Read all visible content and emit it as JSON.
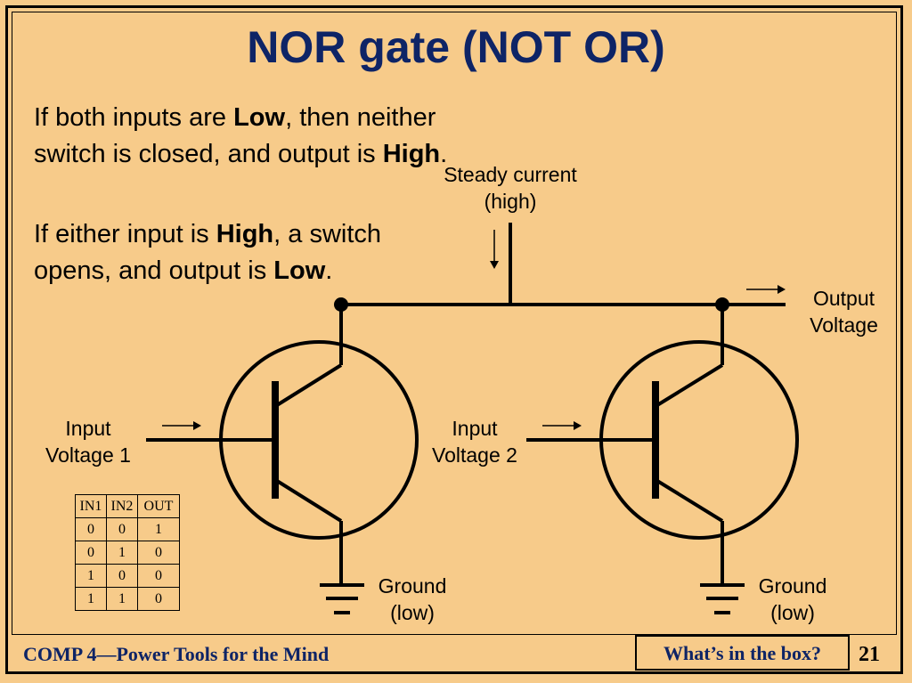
{
  "title": "NOR gate (NOT OR)",
  "paragraph1": {
    "text1": "If both inputs are ",
    "bold1": "Low",
    "text2": ", then neither switch is closed, and output is ",
    "bold2": "High",
    "text3": "."
  },
  "paragraph2": {
    "text1": "If either input is ",
    "bold1": "High",
    "text2": ", a switch opens, and output is ",
    "bold2": "Low",
    "text3": "."
  },
  "labels": {
    "steady_current_line1": "Steady current",
    "steady_current_line2": "(high)",
    "output_line1": "Output",
    "output_line2": "Voltage",
    "input1_line1": "Input",
    "input1_line2": "Voltage 1",
    "input2_line1": "Input",
    "input2_line2": "Voltage 2",
    "ground_line1": "Ground",
    "ground_line2": "(low)"
  },
  "truth_table": {
    "headers": [
      "IN1",
      "IN2",
      "OUT"
    ],
    "rows": [
      [
        "0",
        "0",
        "1"
      ],
      [
        "0",
        "1",
        "0"
      ],
      [
        "1",
        "0",
        "0"
      ],
      [
        "1",
        "1",
        "0"
      ]
    ]
  },
  "footer": {
    "course": "COMP 4—Power Tools for the Mind",
    "box": "What’s in the box?",
    "page": "21"
  }
}
